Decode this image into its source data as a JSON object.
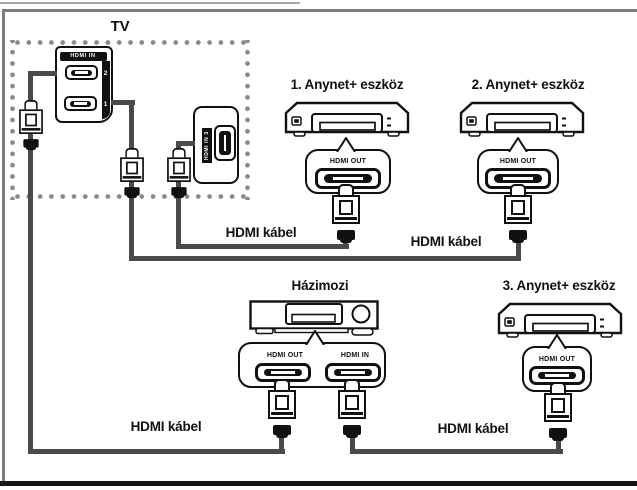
{
  "tv": {
    "label": "TV",
    "panel_header": "HDMI IN",
    "port2": "2",
    "port1": "1",
    "side_port": "HDMI IN 3"
  },
  "devices": {
    "d1": {
      "label": "1. Anynet+ eszköz",
      "port": "HDMI OUT"
    },
    "d2": {
      "label": "2. Anynet+ eszköz",
      "port": "HDMI OUT"
    },
    "d3": {
      "label": "3. Anynet+ eszköz",
      "port": "HDMI OUT"
    }
  },
  "home_theater": {
    "label": "Házimozi",
    "port_out": "HDMI OUT",
    "port_in": "HDMI IN"
  },
  "cables": {
    "c1": "HDMI kábel",
    "c2": "HDMI kábel",
    "c3": "HDMI kábel",
    "c4": "HDMI kábel"
  },
  "colors": {
    "cable": "#4a4a4a",
    "outline": "#111111",
    "dots": "#8a8a8a"
  }
}
